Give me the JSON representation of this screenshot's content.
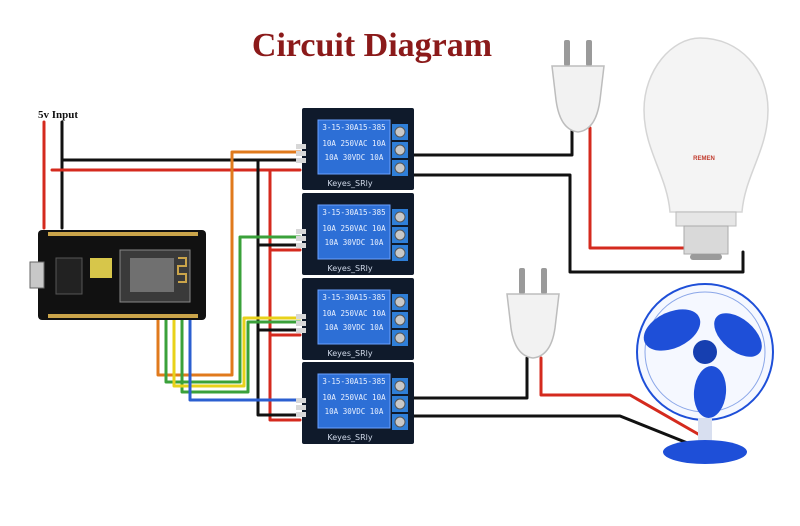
{
  "title": "Circuit Diagram",
  "input_label": "5v Input",
  "relay": {
    "rating_line1": "3-15-30A15-385",
    "rating_line2": "10A 250VAC 10A",
    "rating_line3": "10A 30VDC 10A",
    "model_name": "Keyes_SRly",
    "count": 4
  },
  "bulb": {
    "brand": "REMEN"
  },
  "colors": {
    "title": "#8b1a1a",
    "relay_board": "#0f1a2b",
    "relay_body": "#2d6fd6",
    "terminal": "#2f7fd8",
    "wire_red": "#d42a1e",
    "wire_black": "#111111",
    "wire_orange": "#e07a1c",
    "wire_green": "#3aa13a",
    "wire_yellow": "#e8d21a",
    "wire_blue": "#2b5fd0",
    "fan_blue": "#1e4fd8",
    "esp_board": "#111111"
  },
  "icons": {
    "mcu": "esp8266-board-icon",
    "plug": "power-plug-icon",
    "bulb": "light-bulb-icon",
    "fan": "table-fan-icon"
  }
}
